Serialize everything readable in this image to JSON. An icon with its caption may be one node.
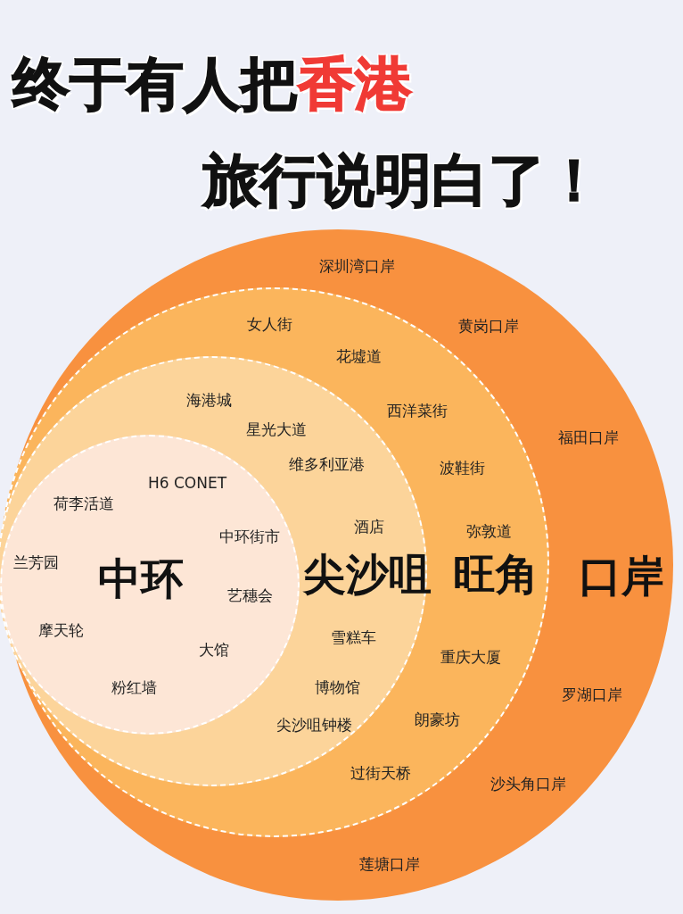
{
  "diagram": {
    "title": "终于有人把香港旅行说明白了！",
    "nodes": [
      {
        "text": [
          "口岸"
        ]
      },
      {
        "text": [
          "旺角"
        ],
        "in": 0
      },
      {
        "text": [
          "尖沙咀"
        ],
        "in": 1
      },
      {
        "text": [
          "中环"
        ],
        "in": 2
      }
    ],
    "labels": [
      "深圳湾口岸",
      "女人街",
      "黄岗口岸",
      "花墟道",
      "海港城",
      "西洋菜街",
      "星光大道",
      "福田口岸",
      "维多利亚港",
      "波鞋街",
      "H6 CONET",
      "荷李活道",
      "酒店",
      "弥敦道",
      "中环街市",
      "兰芳园",
      "艺穗会",
      "摩天轮",
      "雪糕车",
      "大馆",
      "重庆大厦",
      "粉红墙",
      "博物馆",
      "罗湖口岸",
      "朗豪坊",
      "尖沙咀钟楼",
      "过街天桥",
      "沙头角口岸",
      "莲塘口岸"
    ]
  }
}
